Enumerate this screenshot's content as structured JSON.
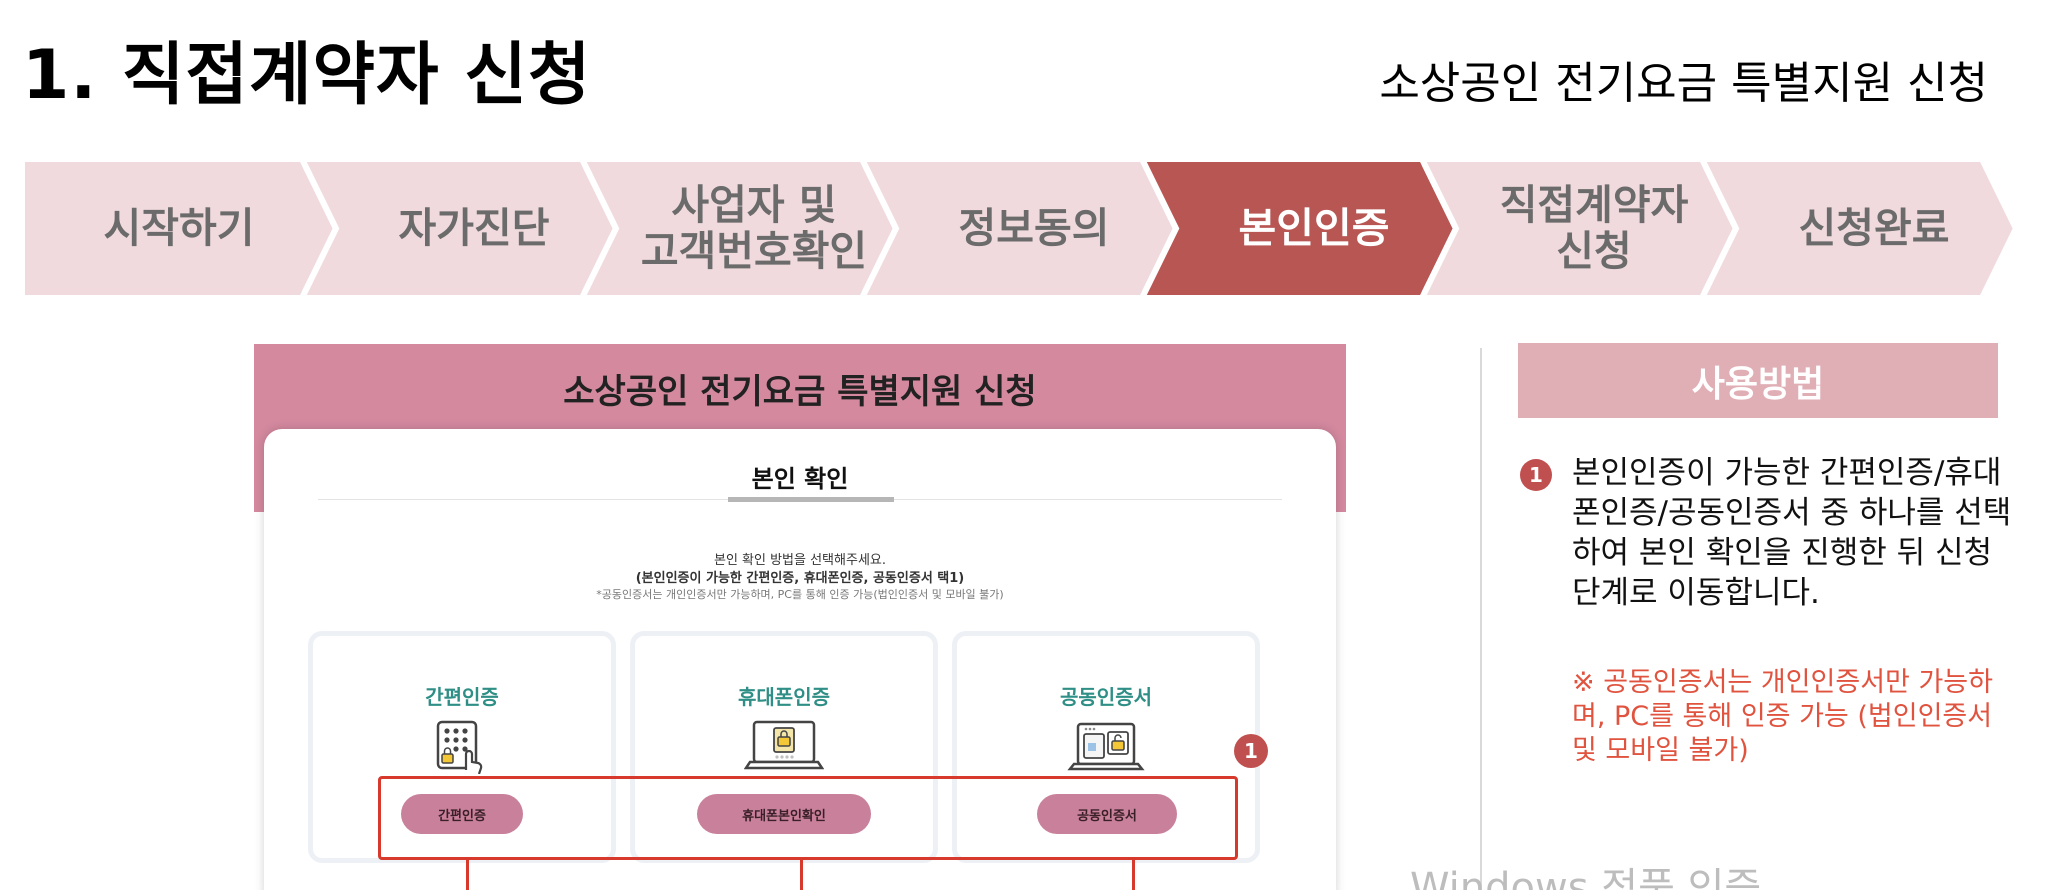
{
  "header": {
    "title": "1. 직접계약자 신청",
    "subtitle": "소상공인 전기요금 특별지원 신청"
  },
  "steps": [
    {
      "label": "시작하기",
      "active": false
    },
    {
      "label": "자가진단",
      "active": false
    },
    {
      "label": "사업자 및 고객번호확인",
      "active": false
    },
    {
      "label": "정보동의",
      "active": false
    },
    {
      "label": "본인인증",
      "active": true
    },
    {
      "label": "직접계약자 신청",
      "active": false
    },
    {
      "label": "신청완료",
      "active": false
    }
  ],
  "colors": {
    "step_inactive": "#f0dadd",
    "step_active": "#b85653",
    "highlight": "#d7392c",
    "accent": "#c0504f",
    "note": "#e0533f"
  },
  "screenshot": {
    "title": "소상공인 전기요금 특별지원 신청",
    "card_title": "본인 확인",
    "desc_line1": "본인 확인 방법을 선택해주세요.",
    "desc_line2": "(본인인증이 가능한 간편인증, 휴대폰인증, 공동인증서 택1)",
    "desc_line3": "*공동인증서는 개인인증서만 가능하며, PC를 통해 인증 가능(법인인증서 및 모바일 불가)",
    "methods": [
      {
        "title": "간편인증",
        "icon": "keypad-hand-icon",
        "button": "간편인증"
      },
      {
        "title": "휴대폰인증",
        "icon": "laptop-lock-icon",
        "button": "휴대폰본인확인"
      },
      {
        "title": "공동인증서",
        "icon": "certificate-lock-icon",
        "button": "공동인증서"
      }
    ],
    "marker": "1"
  },
  "usage": {
    "header": "사용방법",
    "number": "1",
    "text": "본인인증이 가능한 간편인증/휴대폰인증/공동인증서 중 하나를 선택하여 본인 확인을 진행한 뒤 신청단계로 이동합니다.",
    "note": "※ 공동인증서는 개인인증서만 가능하며, PC를 통해 인증 가능 (법인인증서 및 모바일 불가)"
  },
  "watermark": "Windows 정품 인증"
}
